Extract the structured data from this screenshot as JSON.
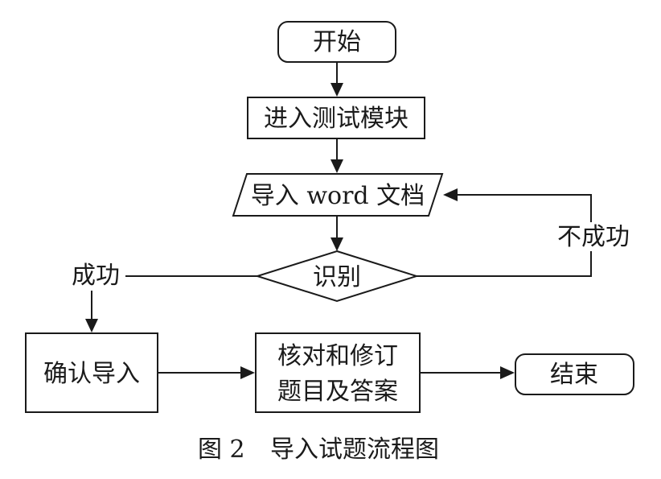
{
  "nodes": {
    "start": "开始",
    "enter_test": "进入测试模块",
    "import_word": "导入 word 文档",
    "recognize": "识别",
    "confirm_import": "确认导入",
    "review_line1": "核对和修订",
    "review_line2": "题目及答案",
    "end": "结束"
  },
  "edges": {
    "success": "成功",
    "fail": "不成功"
  },
  "caption": {
    "figure": "图 2",
    "title": "导入试题流程图"
  }
}
